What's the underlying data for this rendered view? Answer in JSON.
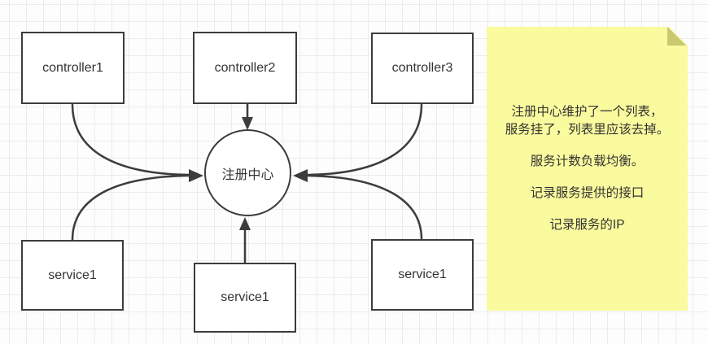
{
  "diagram": {
    "nodes": {
      "controller1": {
        "label": "controller1",
        "shape": "rectangle"
      },
      "controller2": {
        "label": "controller2",
        "shape": "rectangle"
      },
      "controller3": {
        "label": "controller3",
        "shape": "rectangle"
      },
      "registry": {
        "label": "注册中心",
        "shape": "circle"
      },
      "service_left": {
        "label": "service1",
        "shape": "rectangle"
      },
      "service_mid": {
        "label": "service1",
        "shape": "rectangle"
      },
      "service_right": {
        "label": "service1",
        "shape": "rectangle"
      }
    },
    "edges": [
      {
        "from": "controller1",
        "to": "registry"
      },
      {
        "from": "controller2",
        "to": "registry"
      },
      {
        "from": "controller3",
        "to": "registry"
      },
      {
        "from": "service_left",
        "to": "registry"
      },
      {
        "from": "service_mid",
        "to": "registry"
      },
      {
        "from": "service_right",
        "to": "registry"
      }
    ]
  },
  "note": {
    "lines": [
      "注册中心维护了一个列表，",
      "服务挂了，列表里应该去掉。",
      "服务计数负载均衡。",
      "记录服务提供的接口",
      "记录服务的IP"
    ]
  },
  "colors": {
    "node_border": "#3c3c3c",
    "connector": "#3c3c3c",
    "text": "#333333",
    "note_background": "#fafa9e",
    "note_fold": "#c9c972",
    "grid_line": "#ececec",
    "canvas_background": "#fdfdfd"
  }
}
